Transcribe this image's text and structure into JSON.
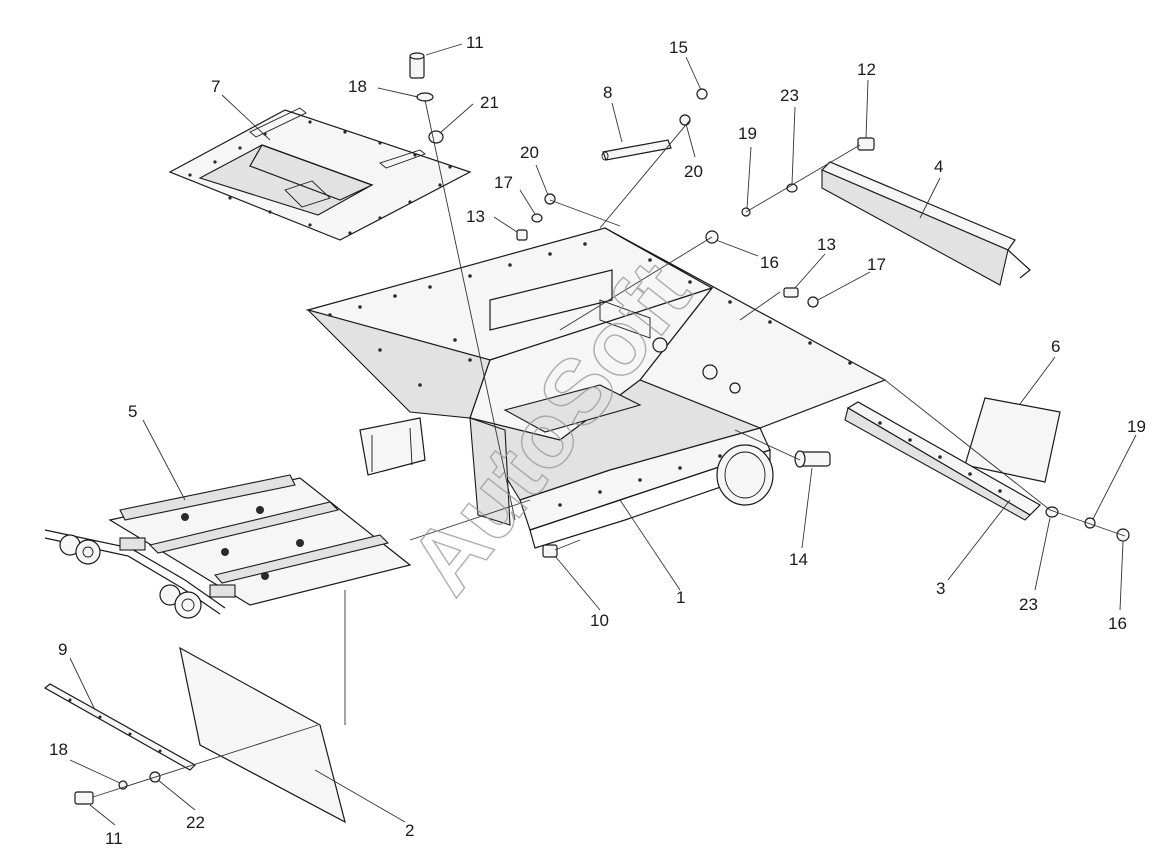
{
  "watermark": "AutoSoft",
  "callouts": {
    "c1": "1",
    "c2": "2",
    "c3": "3",
    "c4": "4",
    "c5": "5",
    "c6": "6",
    "c7": "7",
    "c8": "8",
    "c9": "9",
    "c10": "10",
    "c11a": "11",
    "c11b": "11",
    "c12": "12",
    "c13a": "13",
    "c13b": "13",
    "c14": "14",
    "c15": "15",
    "c16a": "16",
    "c16b": "16",
    "c17a": "17",
    "c17b": "17",
    "c18a": "18",
    "c18b": "18",
    "c19a": "19",
    "c19b": "19",
    "c20a": "20",
    "c20b": "20",
    "c21": "21",
    "c22": "22",
    "c23a": "23",
    "c23b": "23"
  }
}
